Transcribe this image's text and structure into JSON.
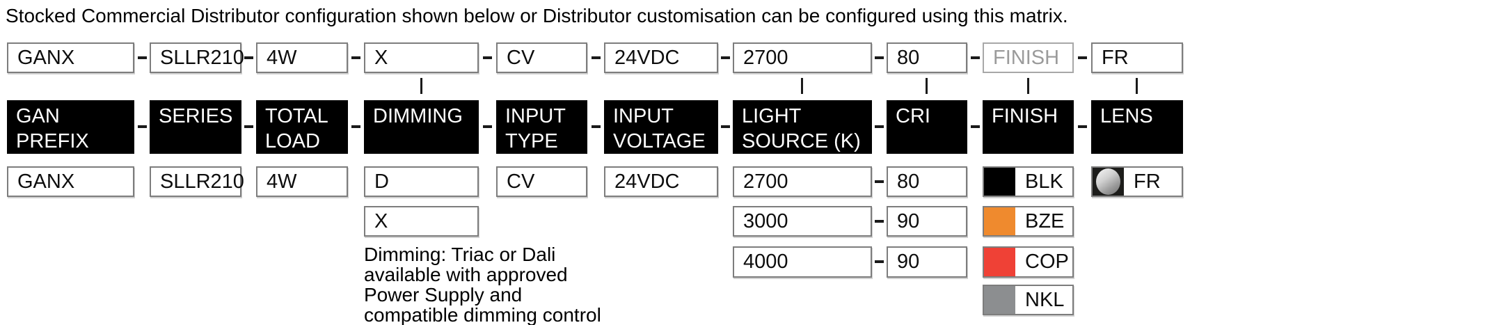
{
  "title": "Stocked Commercial Distributor configuration shown below or Distributor customisation can be configured using this matrix.",
  "columns": [
    {
      "id": "gan-prefix",
      "code": "GANX",
      "header": "GAN\nPREFIX",
      "options": [
        "GANX"
      ]
    },
    {
      "id": "series",
      "code": "SLLR210",
      "header": "SERIES",
      "options": [
        "SLLR210"
      ]
    },
    {
      "id": "total-load",
      "code": "4W",
      "header": "TOTAL\nLOAD",
      "options": [
        "4W"
      ]
    },
    {
      "id": "dimming",
      "code": "X",
      "header": "DIMMING",
      "options": [
        "D",
        "X"
      ],
      "note": "Dimming: Triac or Dali\navailable with approved\nPower Supply and\ncompatible dimming control"
    },
    {
      "id": "input-type",
      "code": "CV",
      "header": "INPUT\nTYPE",
      "options": [
        "CV"
      ]
    },
    {
      "id": "input-voltage",
      "code": "24VDC",
      "header": "INPUT\nVOLTAGE",
      "options": [
        "24VDC"
      ]
    },
    {
      "id": "light-source",
      "code": "2700",
      "header": "LIGHT\nSOURCE (K)",
      "options": [
        "2700",
        "3000",
        "4000"
      ]
    },
    {
      "id": "cri",
      "code": "80",
      "header": "CRI",
      "options": [
        "80",
        "90",
        "90"
      ]
    },
    {
      "id": "finish",
      "code": "FINISH",
      "header": "FINISH",
      "code_is_placeholder": true,
      "options": [
        {
          "label": "BLK",
          "color": "#000000"
        },
        {
          "label": "BZE",
          "color": "#EF8A2E"
        },
        {
          "label": "COP",
          "color": "#EF4136"
        },
        {
          "label": "NKL",
          "color": "#8C8E90"
        }
      ]
    },
    {
      "id": "lens",
      "code": "FR",
      "header": "LENS",
      "options": [
        {
          "label": "FR",
          "swatch": "frosted-lens",
          "color": "#1D1D1B"
        }
      ]
    }
  ]
}
